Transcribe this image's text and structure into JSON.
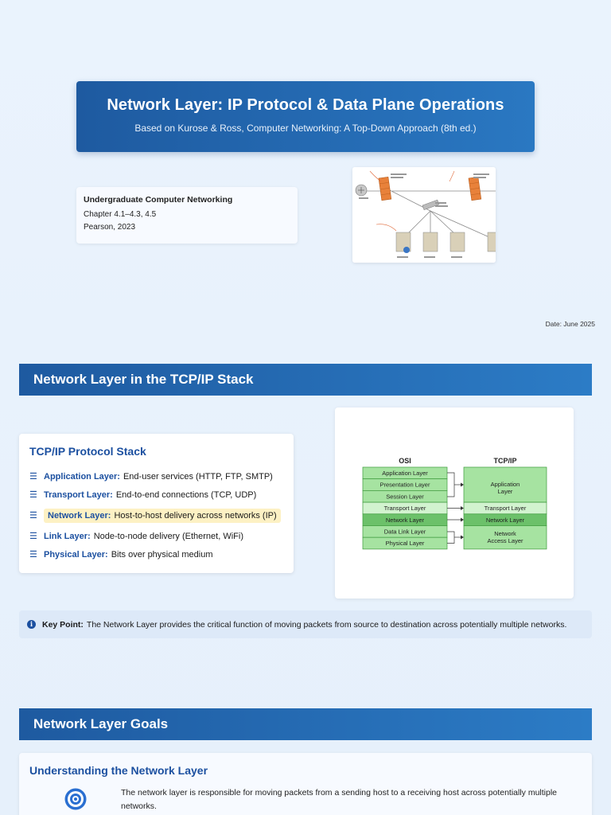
{
  "title_slide": {
    "title": "Network Layer: IP Protocol & Data Plane Operations",
    "subtitle": "Based on Kurose & Ross, Computer Networking: A Top-Down Approach (8th ed.)",
    "course": "Undergraduate Computer Networking",
    "chapters": "Chapter 4.1–4.3, 4.5",
    "publisher": "Pearson, 2023",
    "date": "Date: June 2025"
  },
  "section1": {
    "header": "Network Layer in the TCP/IP Stack",
    "card_title": "TCP/IP Protocol Stack",
    "layers": [
      {
        "name": "Application Layer:",
        "desc": "End-user services (HTTP, FTP, SMTP)",
        "icon": "layers-icon"
      },
      {
        "name": "Transport Layer:",
        "desc": "End-to-end connections (TCP, UDP)",
        "icon": "layers-icon"
      },
      {
        "name": "Network Layer:",
        "desc": "Host-to-host delivery across networks (IP)",
        "icon": "layers-icon",
        "highlighted": true
      },
      {
        "name": "Link Layer:",
        "desc": "Node-to-node delivery (Ethernet, WiFi)",
        "icon": "layers-icon"
      },
      {
        "name": "Physical Layer:",
        "desc": "Bits over physical medium",
        "icon": "layers-icon"
      }
    ],
    "keypoint_label": "Key Point:",
    "keypoint_text": "The Network Layer provides the critical function of moving packets from source to destination across potentially multiple networks.",
    "osi_diagram": {
      "osi_title": "OSI",
      "tcpip_title": "TCP/IP",
      "osi_layers": [
        "Application Layer",
        "Presentation Layer",
        "Session Layer",
        "Transport Layer",
        "Network Layer",
        "Data Link Layer",
        "Physical Layer"
      ],
      "tcpip_app": [
        "Application",
        "Layer"
      ],
      "tcpip_transport": "Transport Layer",
      "tcpip_network": "Network Layer",
      "tcpip_access": [
        "Network",
        "Access Layer"
      ],
      "colors": {
        "light": "#a6e3a1",
        "pale": "#d2f3cf",
        "dark": "#6cc16a",
        "border": "#3e9a3c"
      }
    }
  },
  "section2": {
    "header": "Network Layer Goals",
    "card_title": "Understanding the Network Layer",
    "text": "The network layer is responsible for moving packets from a sending host to a receiving host across potentially multiple networks."
  }
}
